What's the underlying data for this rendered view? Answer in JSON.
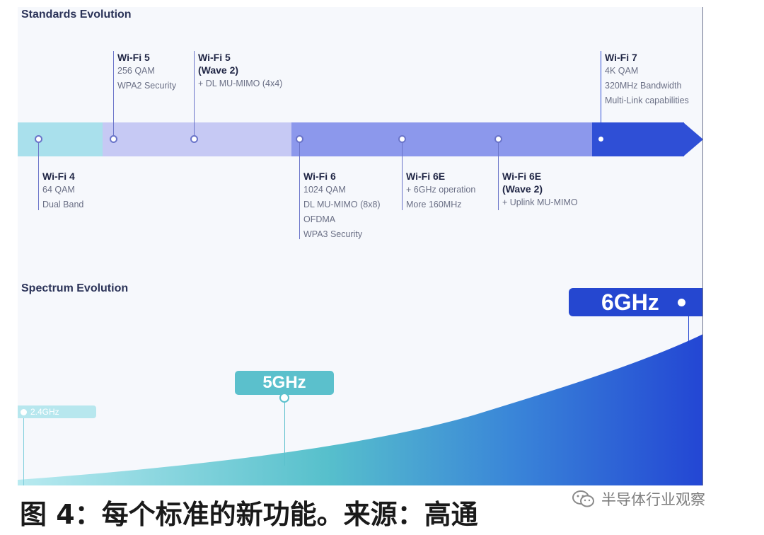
{
  "standards": {
    "title": "Standards Evolution",
    "items": [
      {
        "name": "Wi-Fi 4",
        "features": [
          "64 QAM",
          "Dual Band"
        ]
      },
      {
        "name": "Wi-Fi 5",
        "features": [
          "256 QAM",
          "WPA2 Security"
        ]
      },
      {
        "name": "Wi-Fi 5",
        "name2": "(Wave 2)",
        "features": [
          "+ DL MU-MIMO (4x4)"
        ]
      },
      {
        "name": "Wi-Fi 6",
        "features": [
          "1024 QAM",
          "DL MU-MIMO (8x8)",
          "OFDMA",
          "WPA3 Security"
        ]
      },
      {
        "name": "Wi-Fi 6E",
        "features": [
          "+ 6GHz operation",
          "More 160MHz"
        ]
      },
      {
        "name": "Wi-Fi 6E",
        "name2": "(Wave 2)",
        "features": [
          "+ Uplink MU-MIMO"
        ]
      },
      {
        "name": "Wi-Fi 7",
        "features": [
          "4K QAM",
          "320MHz Bandwidth",
          "Multi-Link capabilities"
        ]
      }
    ]
  },
  "spectrum": {
    "title": "Spectrum Evolution",
    "bands": [
      "2.4GHz",
      "5GHz",
      "6GHz"
    ]
  },
  "caption": "图 4：每个标准的新功能。来源：高通",
  "watermark": "半导体行业观察",
  "colors": {
    "band1": "#a9e0ec",
    "band2": "#c6c9f4",
    "band3": "#8c98ec",
    "band4": "#2f4fd6",
    "pill_2_4": "#b7e7ee",
    "pill_5": "#5bc0cc",
    "pill_6": "#2547d0"
  }
}
